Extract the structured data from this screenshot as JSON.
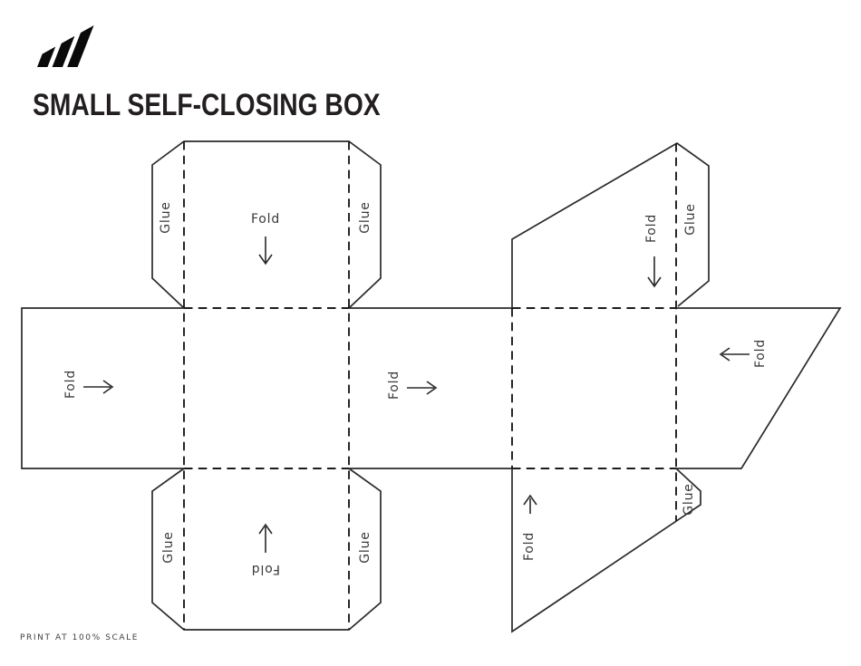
{
  "header": {
    "title": "SMALL SELF-CLOSING BOX",
    "brand_logo": "adidas-logo"
  },
  "labels": {
    "fold": "Fold",
    "glue": "Glue"
  },
  "footer": {
    "print_note": "PRINT AT 100% SCALE"
  },
  "colors": {
    "background": "#ffffff",
    "cut_line": "#2a2a2a",
    "fold_line": "#1c1c1c",
    "label_text": "#3a3a3a",
    "ink": "#0f0f0f"
  }
}
